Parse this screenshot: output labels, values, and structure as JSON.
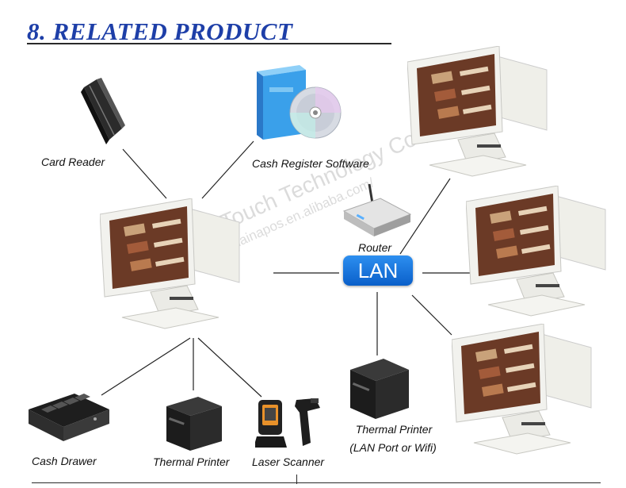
{
  "title": "8. RELATED PRODUCT",
  "hub_label": "LAN",
  "watermark": {
    "line1": "Haina Touch Technology Co., Ltd",
    "line2": "http://hainapos.en.alibaba.com/"
  },
  "labels": {
    "card_reader": "Card Reader",
    "software": "Cash Register Software",
    "router": "Router",
    "cash_drawer": "Cash Drawer",
    "thermal_printer": "Thermal Printer",
    "laser_scanner": "Laser Scanner",
    "lan_printer_line1": "Thermal Printer",
    "lan_printer_line2": "(LAN Port or Wifi)"
  },
  "colors": {
    "title": "#1e3fa8",
    "lan_badge": "#1a75dc",
    "lines": "#222222"
  }
}
